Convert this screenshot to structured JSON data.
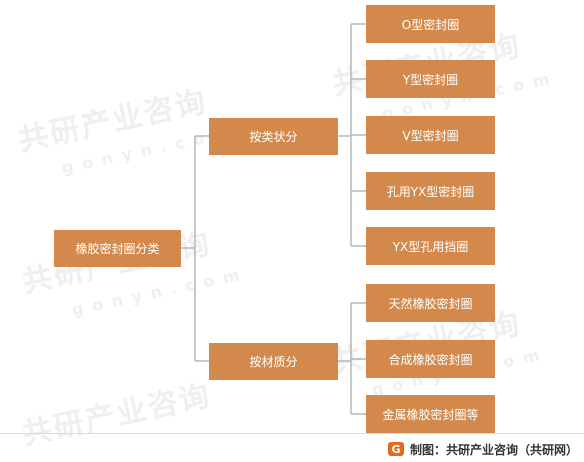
{
  "root": {
    "label": "橡胶密封圈分类"
  },
  "branches": [
    {
      "label": "按类状分",
      "children": [
        "O型密封圈",
        "Y型密封圈",
        "V型密封圈",
        "孔用YX型密封圈",
        "YX型孔用挡圈"
      ]
    },
    {
      "label": "按材质分",
      "children": [
        "天然橡胶密封圈",
        "合成橡胶密封圈",
        "金属橡胶密封圈等"
      ]
    }
  ],
  "watermark": {
    "brand": "共研产业咨询",
    "domain": "gonyn.com"
  },
  "footer": {
    "logo_letter": "G",
    "text": "制图：共研产业咨询（共研网）"
  },
  "colors": {
    "node_fill": "#d4894c",
    "line": "#b7b7b7",
    "logo": "#e46a1f"
  }
}
